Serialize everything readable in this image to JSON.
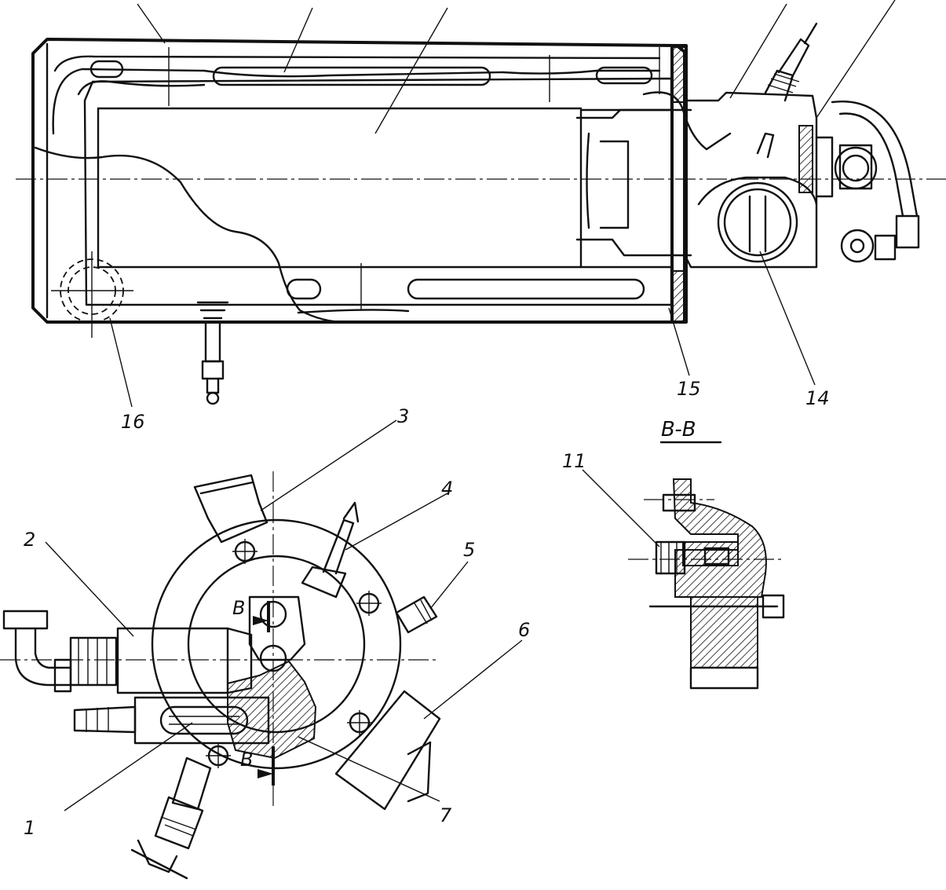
{
  "labels": {
    "l1": "1",
    "l2": "2",
    "l3": "3",
    "l4": "4",
    "l5": "5",
    "l6": "6",
    "l7": "7",
    "l11": "11",
    "l14": "14",
    "l15": "15",
    "l16": "16",
    "section_mark": "B",
    "section_title": "B-B"
  }
}
